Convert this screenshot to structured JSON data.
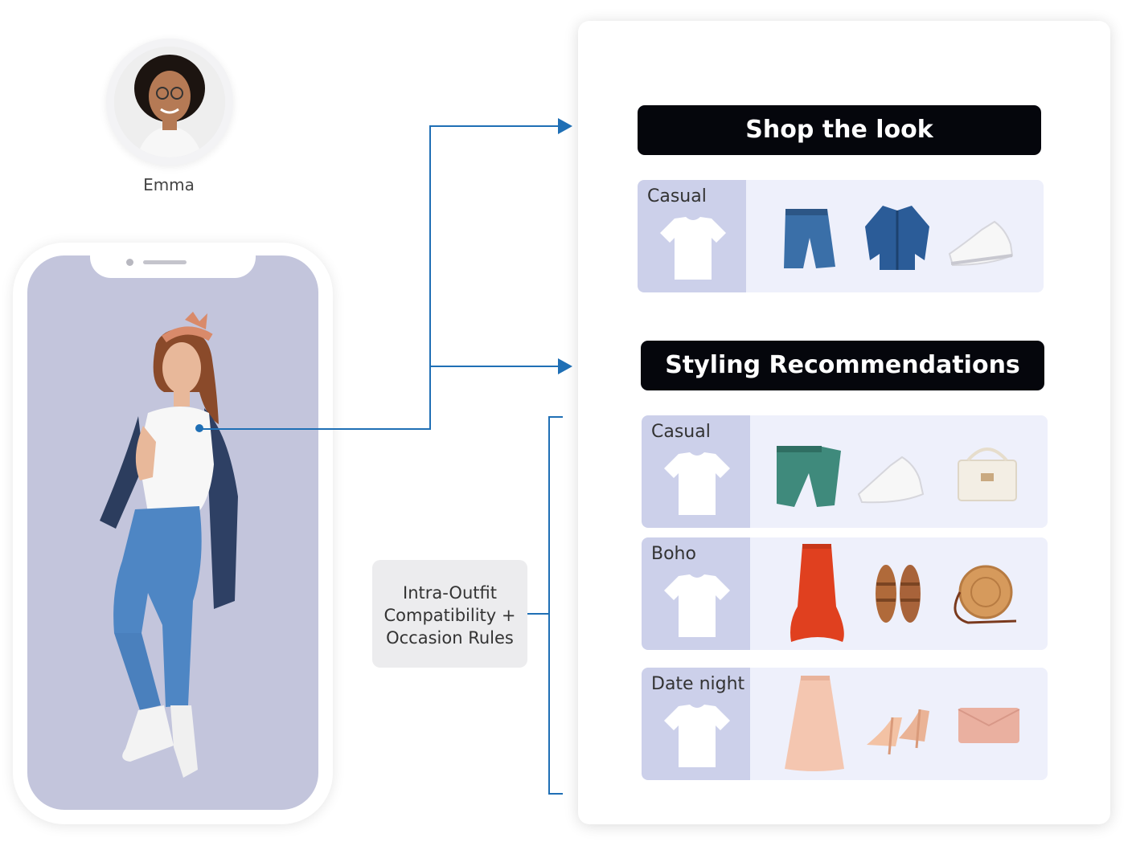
{
  "user": {
    "name": "Emma"
  },
  "shop_the_look": {
    "title": "Shop the look",
    "rows": [
      {
        "label": "Casual",
        "items": [
          "jeans-icon",
          "denim-jacket-icon",
          "sneakers-icon"
        ]
      }
    ]
  },
  "styling": {
    "title": "Styling Recommendations",
    "rows": [
      {
        "label": "Casual",
        "items": [
          "green-jeans-icon",
          "sneakers-icon",
          "white-bag-icon"
        ]
      },
      {
        "label": "Boho",
        "items": [
          "red-skirt-icon",
          "sandals-icon",
          "round-bag-icon"
        ]
      },
      {
        "label": "Date night",
        "items": [
          "pink-skirt-icon",
          "heels-icon",
          "clutch-icon"
        ]
      }
    ]
  },
  "rules": {
    "line1": "Intra-Outfit",
    "line2": "Compatibility +",
    "line3": "Occasion Rules"
  },
  "colors": {
    "connector": "#1f6fb5",
    "banner": "#05060c",
    "phone_screen": "#c3c5dc",
    "row_bg": "#eef0fb",
    "label_bg": "#ccd0ea"
  }
}
